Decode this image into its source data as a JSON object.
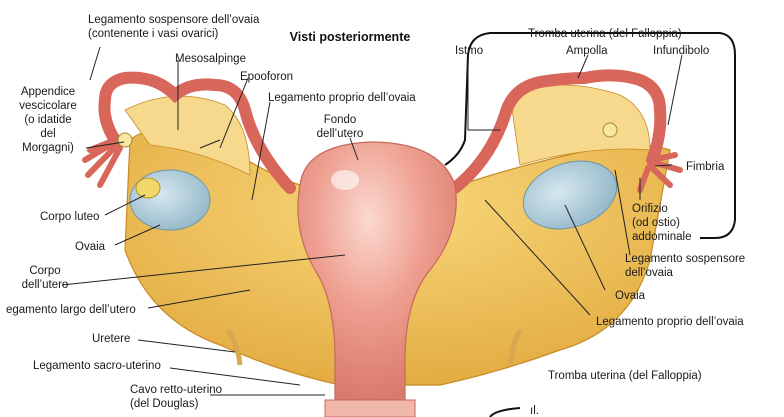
{
  "title": "Visti posteriormente",
  "labels": {
    "leg_sosp_ovaia_left_1": "Legamento sospensore dell’ovaia",
    "leg_sosp_ovaia_left_2": "(contenente i vasi ovarici)",
    "mesosalpinge": "Mesosalpinge",
    "epooforon": "Epooforon",
    "leg_proprio_top": "Legamento proprio dell’ovaia",
    "fondo_1": "Fondo",
    "fondo_2": "dell’utero",
    "appendice_1": "Appendice",
    "appendice_2": "vescicolare",
    "appendice_3": "(o idatide",
    "appendice_4": "del",
    "appendice_5": "Morgagni)",
    "corpo_luteo": "Corpo luteo",
    "ovaia_left": "Ovaia",
    "corpo_utero_1": "Corpo",
    "corpo_utero_2": "dell’utero",
    "leg_largo": "egamento largo dell’utero",
    "uretere": "Uretere",
    "leg_sacro": "Legamento sacro-uterino",
    "cavo_1": "Cavo retto-uterino",
    "cavo_2": "(del Douglas)",
    "tromba_top": "Tromba uterina (del Falloppia)",
    "istmo": "Istmo",
    "ampolla": "Ampolla",
    "infundibolo": "Infundibolo",
    "fimbria": "Fimbria",
    "orifizio_1": "Orifizio",
    "orifizio_2": "(od ostio)",
    "orifizio_3": "addominale",
    "leg_sosp_right_1": "Legamento sospensore",
    "leg_sosp_right_2": "dell’ovaia",
    "ovaia_right": "Ovaia",
    "leg_proprio_right": "Legamento proprio dell’ovaia",
    "tromba_bottom": "Tromba uterina (del Falloppia)",
    "partial_text": "ıl."
  },
  "colors": {
    "ligament": "#f0c050",
    "ligament_dark": "#d89a2a",
    "uterus": "#ec9a8c",
    "uterus_light": "#f6c2b6",
    "tube": "#e2766a",
    "ovary": "#a8c8d6"
  }
}
